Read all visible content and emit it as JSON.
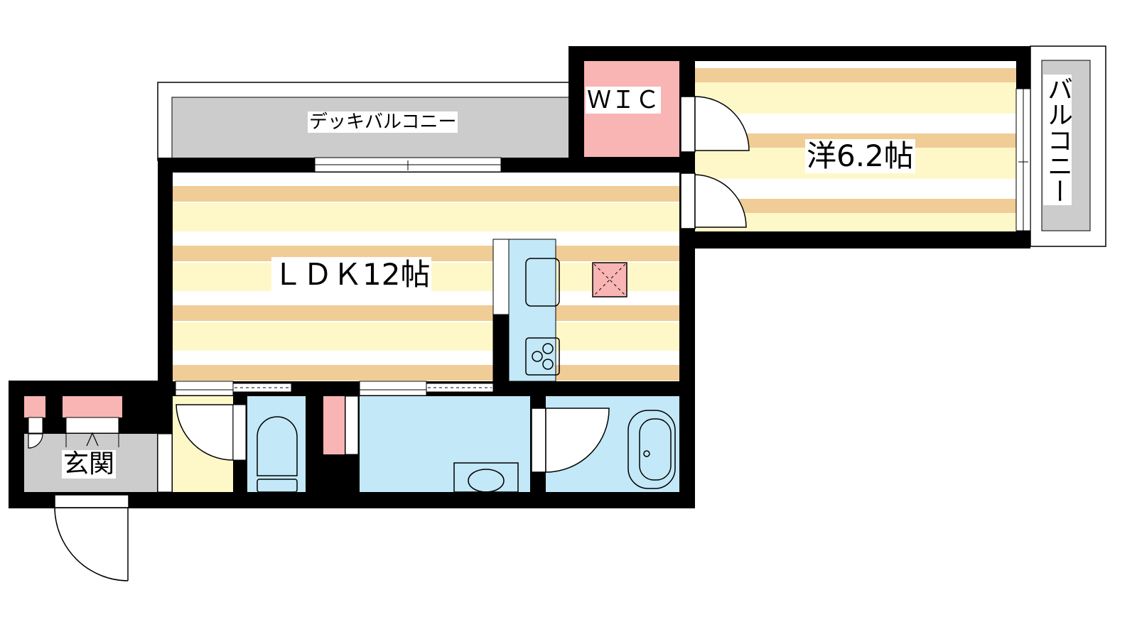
{
  "rooms": {
    "ldk": "ＬＤＫ12帖",
    "western": "洋6.2帖",
    "wic": "ＷＩＣ",
    "deck_balcony": "デッキバルコニー",
    "balcony": "バルコニー",
    "entrance": "玄関"
  },
  "colors": {
    "wall": "#000000",
    "floor_tan": "#f0cc96",
    "floor_cream": "#fef8c9",
    "wet_area": "#c3e8f8",
    "storage": "#f9b4b4",
    "balcony": "#cccccc"
  }
}
